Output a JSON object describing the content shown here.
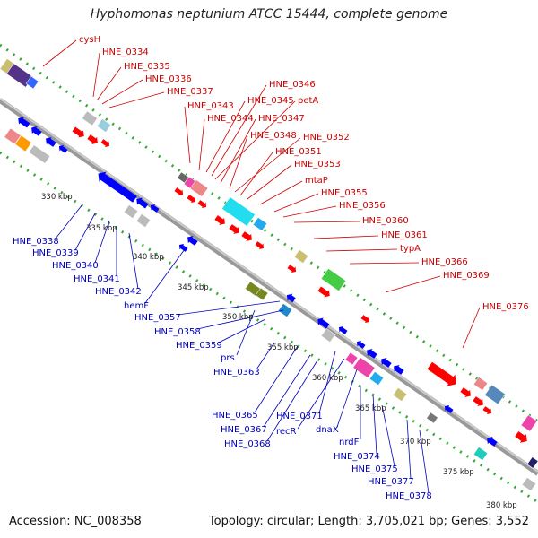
{
  "title": "Hyphomonas neptunium ATCC 15444, complete genome",
  "footer": {
    "accession": "Accession: NC_008358",
    "topology": "Topology: circular; Length: 3,705,021 bp; Genes: 3,552"
  },
  "colors": {
    "forward_label": "#cc0000",
    "reverse_label": "#0000bb",
    "forward_gene": "#ff0000",
    "reverse_gene": "#0000ff",
    "backbone": "#888888",
    "dotted_track": "#33aa33"
  },
  "kbp_ticks": [
    "330 kbp",
    "335 kbp",
    "340 kbp",
    "345 kbp",
    "350 kbp",
    "355 kbp",
    "360 kbp",
    "365 kbp",
    "370 kbp",
    "375 kbp",
    "380 kbp"
  ],
  "forward_labels": [
    "cysH",
    "HNE_0334",
    "HNE_0335",
    "HNE_0336",
    "HNE_0337",
    "HNE_0343",
    "HNE_0344",
    "HNE_0345",
    "HNE_0346",
    "petA",
    "HNE_0347",
    "HNE_0348",
    "HNE_0352",
    "HNE_0351",
    "HNE_0353",
    "mtaP",
    "HNE_0355",
    "HNE_0356",
    "HNE_0360",
    "HNE_0361",
    "typA",
    "HNE_0366",
    "HNE_0369",
    "HNE_0376"
  ],
  "reverse_labels": [
    "HNE_0338",
    "HNE_0339",
    "HNE_0340",
    "HNE_0341",
    "HNE_0342",
    "hemF",
    "HNE_0357",
    "HNE_0358",
    "HNE_0359",
    "prs",
    "HNE_0363",
    "HNE_0365",
    "HNE_0367",
    "HNE_0368",
    "HNE_0371",
    "recR",
    "dnaX",
    "nrdF",
    "HNE_0374",
    "HNE_0375",
    "HNE_0377",
    "HNE_0378"
  ]
}
